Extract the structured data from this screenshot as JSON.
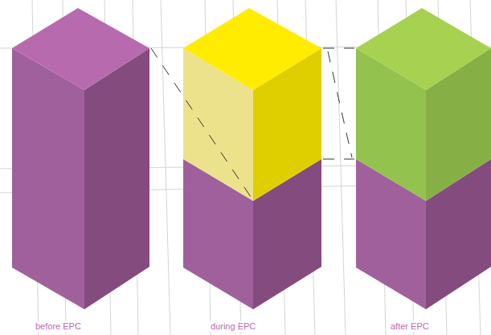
{
  "diagram": {
    "labels": [
      "before EPC",
      "during EPC",
      "after EPC"
    ]
  }
}
